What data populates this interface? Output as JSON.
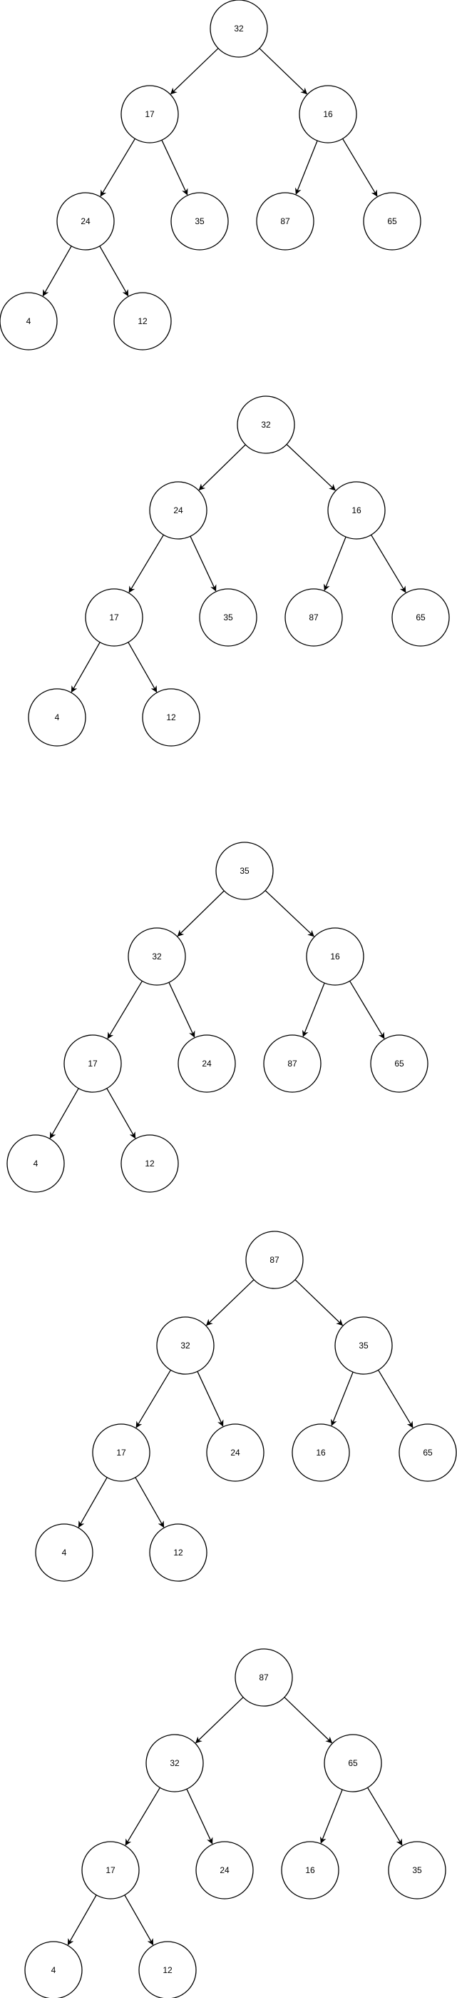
{
  "colors": {
    "background": "#ffffff",
    "stroke": "#000000",
    "node_fill": "#ffffff",
    "text": "#000000"
  },
  "trees": [
    {
      "nodes": [
        {
          "id": "a",
          "label": "32"
        },
        {
          "id": "b",
          "label": "17"
        },
        {
          "id": "c",
          "label": "16"
        },
        {
          "id": "d",
          "label": "24"
        },
        {
          "id": "e",
          "label": "35"
        },
        {
          "id": "f",
          "label": "87"
        },
        {
          "id": "g",
          "label": "65"
        },
        {
          "id": "h",
          "label": "4"
        },
        {
          "id": "i",
          "label": "12"
        }
      ],
      "edges": [
        [
          "a",
          "b"
        ],
        [
          "a",
          "c"
        ],
        [
          "b",
          "d"
        ],
        [
          "b",
          "e"
        ],
        [
          "c",
          "f"
        ],
        [
          "c",
          "g"
        ],
        [
          "d",
          "h"
        ],
        [
          "d",
          "i"
        ]
      ]
    },
    {
      "nodes": [
        {
          "id": "a",
          "label": "32"
        },
        {
          "id": "b",
          "label": "24"
        },
        {
          "id": "c",
          "label": "16"
        },
        {
          "id": "d",
          "label": "17"
        },
        {
          "id": "e",
          "label": "35"
        },
        {
          "id": "f",
          "label": "87"
        },
        {
          "id": "g",
          "label": "65"
        },
        {
          "id": "h",
          "label": "4"
        },
        {
          "id": "i",
          "label": "12"
        }
      ],
      "edges": [
        [
          "a",
          "b"
        ],
        [
          "a",
          "c"
        ],
        [
          "b",
          "d"
        ],
        [
          "b",
          "e"
        ],
        [
          "c",
          "f"
        ],
        [
          "c",
          "g"
        ],
        [
          "d",
          "h"
        ],
        [
          "d",
          "i"
        ]
      ]
    },
    {
      "nodes": [
        {
          "id": "a",
          "label": "35"
        },
        {
          "id": "b",
          "label": "32"
        },
        {
          "id": "c",
          "label": "16"
        },
        {
          "id": "d",
          "label": "17"
        },
        {
          "id": "e",
          "label": "24"
        },
        {
          "id": "f",
          "label": "87"
        },
        {
          "id": "g",
          "label": "65"
        },
        {
          "id": "h",
          "label": "4"
        },
        {
          "id": "i",
          "label": "12"
        }
      ],
      "edges": [
        [
          "a",
          "b"
        ],
        [
          "a",
          "c"
        ],
        [
          "b",
          "d"
        ],
        [
          "b",
          "e"
        ],
        [
          "c",
          "f"
        ],
        [
          "c",
          "g"
        ],
        [
          "d",
          "h"
        ],
        [
          "d",
          "i"
        ]
      ]
    },
    {
      "nodes": [
        {
          "id": "a",
          "label": "87"
        },
        {
          "id": "b",
          "label": "32"
        },
        {
          "id": "c",
          "label": "35"
        },
        {
          "id": "d",
          "label": "17"
        },
        {
          "id": "e",
          "label": "24"
        },
        {
          "id": "f",
          "label": "16"
        },
        {
          "id": "g",
          "label": "65"
        },
        {
          "id": "h",
          "label": "4"
        },
        {
          "id": "i",
          "label": "12"
        }
      ],
      "edges": [
        [
          "a",
          "b"
        ],
        [
          "a",
          "c"
        ],
        [
          "b",
          "d"
        ],
        [
          "b",
          "e"
        ],
        [
          "c",
          "f"
        ],
        [
          "c",
          "g"
        ],
        [
          "d",
          "h"
        ],
        [
          "d",
          "i"
        ]
      ]
    },
    {
      "nodes": [
        {
          "id": "a",
          "label": "87"
        },
        {
          "id": "b",
          "label": "32"
        },
        {
          "id": "c",
          "label": "65"
        },
        {
          "id": "d",
          "label": "17"
        },
        {
          "id": "e",
          "label": "24"
        },
        {
          "id": "f",
          "label": "16"
        },
        {
          "id": "g",
          "label": "35"
        },
        {
          "id": "h",
          "label": "4"
        },
        {
          "id": "i",
          "label": "12"
        }
      ],
      "edges": [
        [
          "a",
          "b"
        ],
        [
          "a",
          "c"
        ],
        [
          "b",
          "d"
        ],
        [
          "b",
          "e"
        ],
        [
          "c",
          "f"
        ],
        [
          "c",
          "g"
        ],
        [
          "d",
          "h"
        ],
        [
          "d",
          "i"
        ]
      ]
    }
  ]
}
